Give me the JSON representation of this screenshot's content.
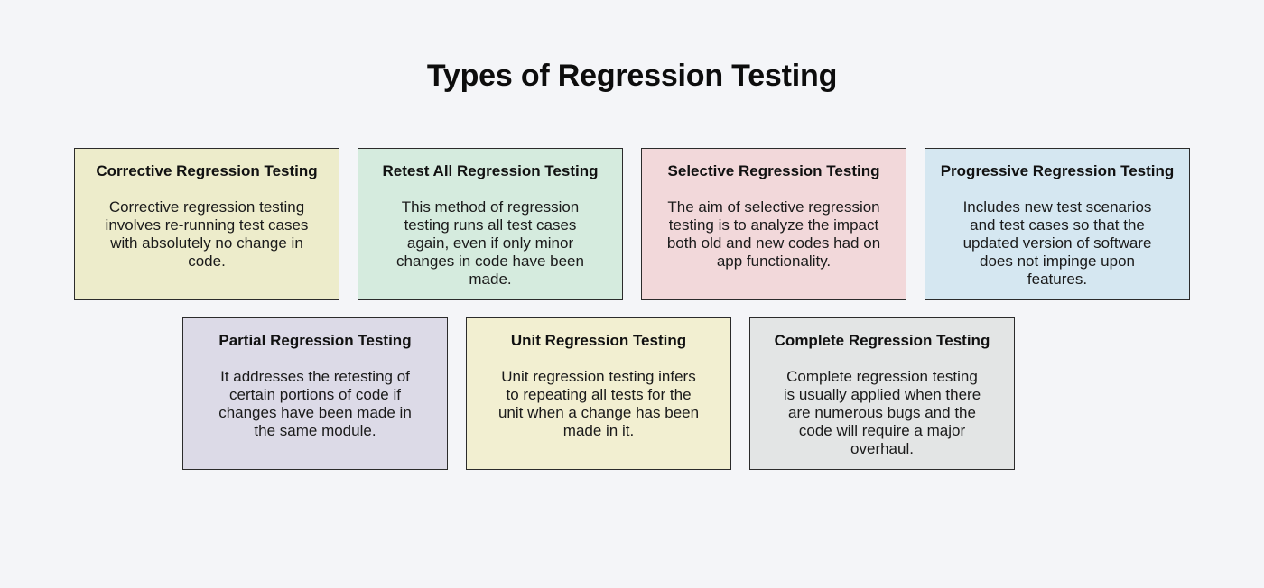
{
  "title": "Types of Regression Testing",
  "colors": {
    "page_background": "#f4f5f8",
    "card_border": "#2b2b2b",
    "title_text": "#0d0d0d",
    "body_text": "#1a1a1a"
  },
  "rows": [
    {
      "cards": [
        {
          "title": "Corrective Regression Testing",
          "description": "Corrective regression testing\ninvolves re-running test cases\nwith absolutely no change in\ncode.",
          "color": "#edeccb"
        },
        {
          "title": "Retest All Regression Testing",
          "description": "This method of regression\ntesting runs all test cases\nagain, even if only minor\nchanges in code have been\nmade.",
          "color": "#d5ebde"
        },
        {
          "title": "Selective Regression Testing",
          "description": "The aim of selective regression\ntesting is to analyze the impact\nboth old and new codes had on\napp functionality.",
          "color": "#f2d8da"
        },
        {
          "title": "Progressive Regression Testing",
          "description": "Includes new test scenarios\nand test cases so that the\nupdated version of software\ndoes not impinge upon\nfeatures.",
          "color": "#d5e7f1"
        }
      ]
    },
    {
      "cards": [
        {
          "title": "Partial Regression Testing",
          "description": "It addresses the retesting of\ncertain portions of code if\nchanges have been made in\nthe same module.",
          "color": "#dcdae7"
        },
        {
          "title": "Unit Regression Testing",
          "description": "Unit regression testing infers\nto repeating all tests for the\nunit when a change has been\nmade in it.",
          "color": "#f2efd1"
        },
        {
          "title": "Complete Regression Testing",
          "description": "Complete regression testing\nis usually applied when there\nare numerous bugs and the\ncode will require a major\noverhaul.",
          "color": "#e3e5e5"
        }
      ]
    }
  ]
}
